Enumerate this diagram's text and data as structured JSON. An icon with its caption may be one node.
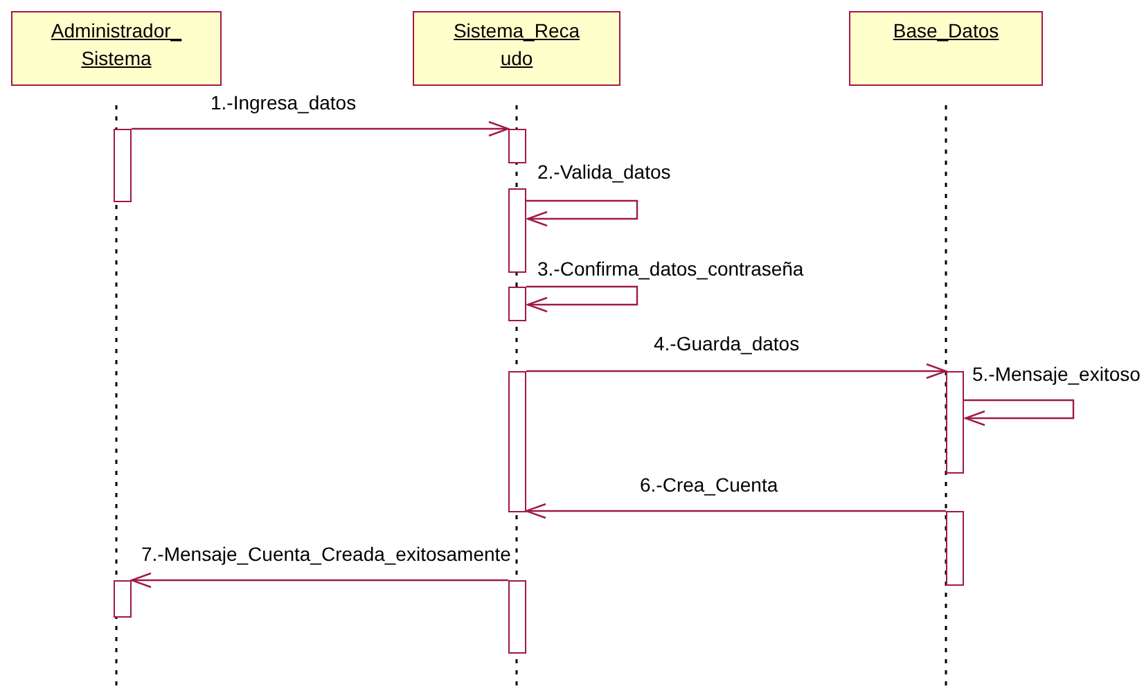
{
  "diagram": {
    "nodes": [
      {
        "text": [
          "Administrador_ Sistema"
        ]
      },
      {
        "text": [
          "Sistema_Reca udo"
        ]
      },
      {
        "text": [
          "Base_Datos"
        ]
      },
      {
        "text": [],
        "shape": "bar"
      },
      {
        "text": [],
        "shape": "bar"
      },
      {
        "text": [],
        "shape": "bar"
      },
      {
        "text": [],
        "shape": "bar"
      },
      {
        "text": [],
        "shape": "bar"
      },
      {
        "text": [],
        "shape": "bar"
      },
      {
        "text": [],
        "shape": "bar"
      },
      {
        "text": [],
        "shape": "bar"
      },
      {
        "text": [],
        "shape": "bar"
      }
    ],
    "edges": [
      {
        "from": 3,
        "to": 4,
        "arrow": "to",
        "label": "1.-Ingresa_datos"
      },
      {
        "from": 5,
        "to": 5,
        "arrow": "to",
        "label": "2.-Valida_datos"
      },
      {
        "from": 6,
        "to": 6,
        "arrow": "to",
        "label": "3.-Confirma_datos_contraseña"
      },
      {
        "from": 7,
        "to": 8,
        "arrow": "to",
        "label": "4.-Guarda_datos"
      },
      {
        "from": 8,
        "to": 8,
        "arrow": "to",
        "label": "5.-Mensaje_exitoso"
      },
      {
        "from": 9,
        "to": 7,
        "arrow": "to",
        "label": "6.-Crea_Cuenta"
      },
      {
        "from": 11,
        "to": 10,
        "arrow": "to",
        "label": "7.-Mensaje_Cuenta_Creada_exitosamente"
      }
    ]
  }
}
